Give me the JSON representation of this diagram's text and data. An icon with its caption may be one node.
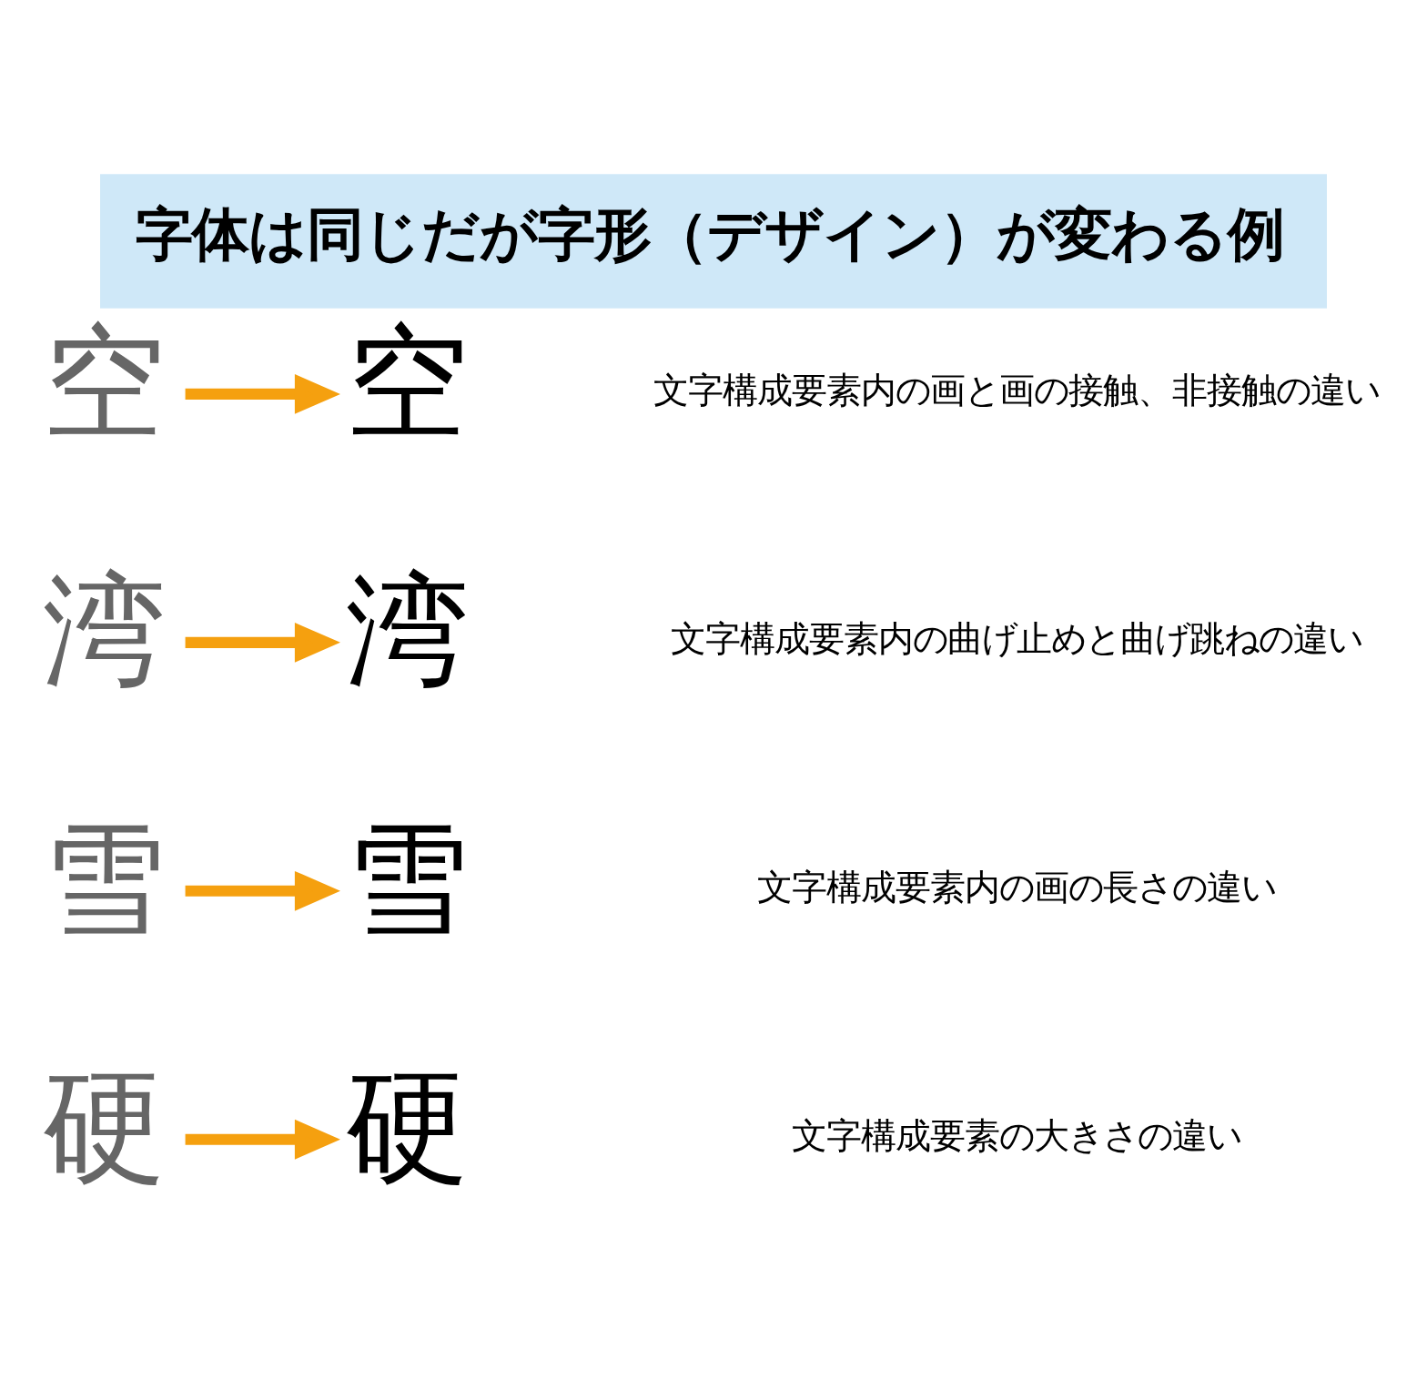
{
  "diagram": {
    "title": "字体は同じだが字形（デザイン）が変わる例",
    "nodes": [
      {
        "text": [
          "硬"
        ]
      },
      {
        "text": [
          "硬"
        ]
      },
      {
        "text": [
          "雪"
        ]
      },
      {
        "text": [
          "雪"
        ]
      },
      {
        "text": [
          "湾"
        ]
      },
      {
        "text": [
          "湾"
        ]
      },
      {
        "text": [
          "空"
        ]
      },
      {
        "text": [
          "空"
        ]
      }
    ],
    "edges": [
      {
        "from": 0,
        "to": 1,
        "arrow": "to"
      },
      {
        "from": 2,
        "to": 3,
        "arrow": "to"
      },
      {
        "from": 4,
        "to": 5,
        "arrow": "to"
      },
      {
        "from": 6,
        "to": 7,
        "arrow": "to"
      }
    ],
    "labels": [
      "文字構成要素の大きさの違い",
      "文字構成要素内の画の長さの違い",
      "文字構成要素内の曲げ止めと曲げ跳ねの違い",
      "文字構成要素内の画と画の接触、非接触の違い"
    ]
  }
}
